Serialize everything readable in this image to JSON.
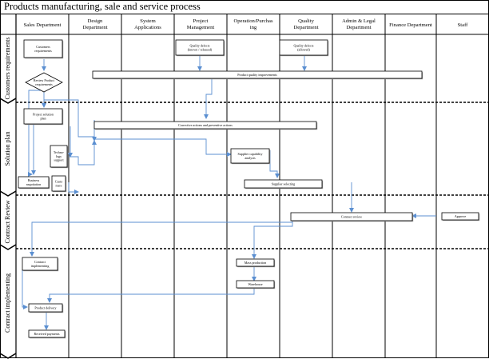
{
  "title": "Products manufacturing, sale and service process",
  "headers": [
    [
      "Sales Department"
    ],
    [
      "Design",
      "Department"
    ],
    [
      "System",
      "Applications"
    ],
    [
      "Project",
      "Management"
    ],
    [
      "Operation/Purchas",
      "ing"
    ],
    [
      "Quality",
      "Department"
    ],
    [
      "Admin & Legal",
      "Department"
    ],
    [
      "Finance Department"
    ],
    [
      "Staff"
    ]
  ],
  "phases": [
    "Customers requirements",
    "Solution plan",
    "Contract Review",
    "Contract implementing"
  ],
  "boxes": {
    "customers_requirements": [
      "Customers",
      "requirements"
    ],
    "quality_defects_pm": [
      "Quality defects",
      "(known / released)"
    ],
    "quality_defects_qd": [
      "Quality defects",
      "(allowed)"
    ],
    "review_product_requirements": [
      "Review Product",
      "requirements"
    ],
    "product_quality_improvements": [
      "Product quality improvements"
    ],
    "project_solution_plan": [
      "Project solution",
      "plan"
    ],
    "corrective_preventive_actions": [
      "Corrective actions and preventive actions"
    ],
    "technology_support": [
      "Techno-",
      "logy",
      "support"
    ],
    "supplier_capability_analysis": [
      "Supplier capability",
      "analysis"
    ],
    "business_negotiation": [
      "Business",
      "negotiation"
    ],
    "customers_box": [
      "Custo",
      "mers"
    ],
    "supplier_selecting": [
      "Supplier selecting"
    ],
    "contract_review": [
      "Contract review"
    ],
    "approve": [
      "Approve"
    ],
    "contract_implementing": [
      "Contract",
      "implementing"
    ],
    "mass_production": [
      "Mass production"
    ],
    "warehouse": [
      "Warehouse"
    ],
    "product_delivery": [
      "Product delivery"
    ],
    "received_payments": [
      "Received payments"
    ]
  },
  "colors": {
    "border": "#000000",
    "connector": "#5b8fd1",
    "box_fill": "#ffffff",
    "dashed_line": "#000000"
  }
}
